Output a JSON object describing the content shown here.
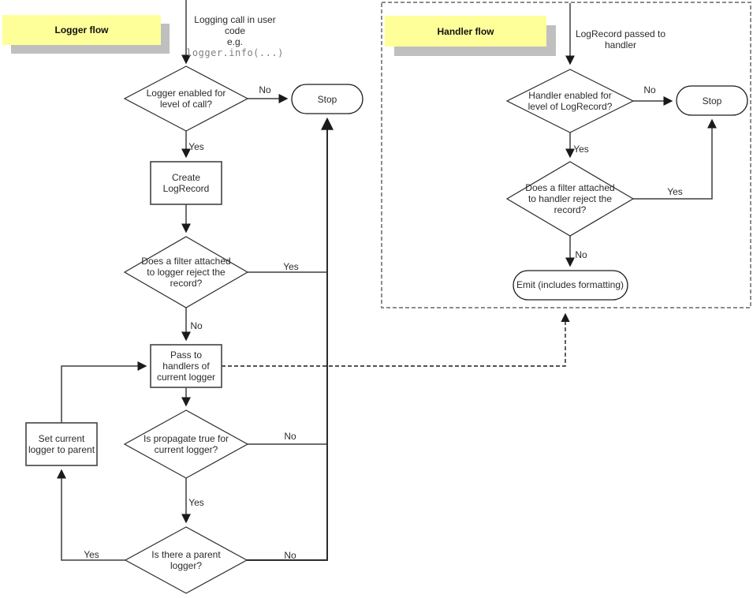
{
  "labels": {
    "yes": "Yes",
    "no": "No"
  },
  "colors": {
    "note_bg": "#ffff99",
    "note_shadow": "#bfbfbf",
    "line": "#3f3f3f",
    "text": "#2b2b2b",
    "code_text": "#7f7f7f",
    "dashed_boundary": "#8c8c8c"
  },
  "logger_flow": {
    "title": "Logger flow",
    "start": {
      "line1": "Logging call in user",
      "line2": "code",
      "line3": "e.g.",
      "code": "logger.info(...)"
    },
    "level_decision": {
      "line1": "Logger enabled for",
      "line2": "level of call?"
    },
    "stop": "Stop",
    "create_record": {
      "line1": "Create",
      "line2": "LogRecord"
    },
    "filter_decision": {
      "line1": "Does a filter attached",
      "line2": "to logger reject the",
      "line3": "record?"
    },
    "pass_handlers": {
      "line1": "Pass to",
      "line2": "handlers of",
      "line3": "current logger"
    },
    "propagate_decision": {
      "line1": "Is propagate true for",
      "line2": "current logger?"
    },
    "set_parent": {
      "line1": "Set current",
      "line2": "logger to parent"
    },
    "parent_decision": {
      "line1": "Is there a parent",
      "line2": "logger?"
    }
  },
  "handler_flow": {
    "title": "Handler flow",
    "start": {
      "line1": "LogRecord passed to",
      "line2": "handler"
    },
    "level_decision": {
      "line1": "Handler enabled for",
      "line2": "level of LogRecord?"
    },
    "stop": "Stop",
    "filter_decision": {
      "line1": "Does a filter attached",
      "line2": "to handler reject the",
      "line3": "record?"
    },
    "emit": "Emit (includes formatting)"
  }
}
